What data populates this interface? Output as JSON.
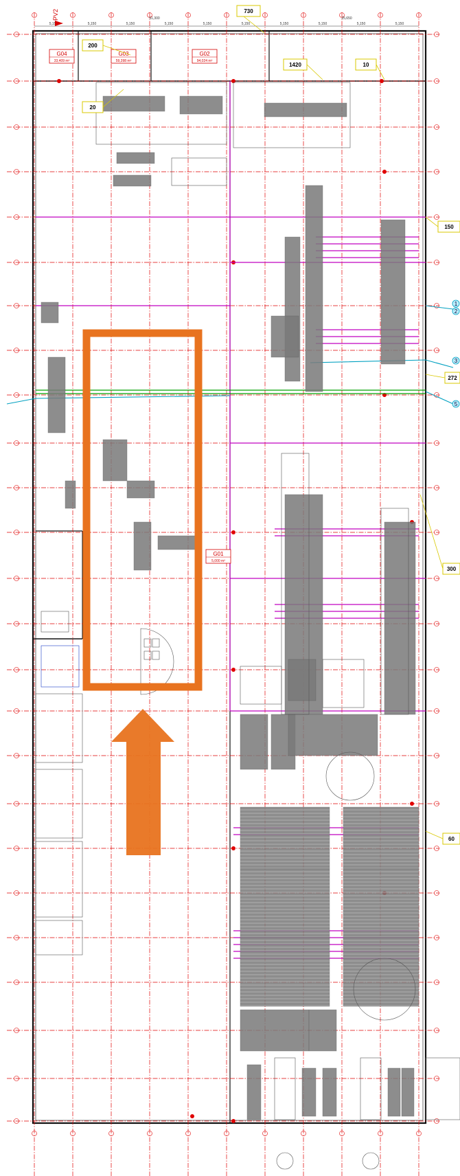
{
  "drawing": {
    "grid_top_label": "PV2",
    "top_dimensions": [
      "5,150",
      "5,150",
      "5,150",
      "5,150",
      "5,150",
      "5,150",
      "5,150",
      "5,150",
      "5,150",
      "5,150"
    ],
    "total_dimension_left": "51,300",
    "total_dimension_right": "25,650"
  },
  "rooms": [
    {
      "code": "G04",
      "area": "33,409 m²"
    },
    {
      "code": "G03",
      "area": "59,398 m²"
    },
    {
      "code": "G02",
      "area": "94,024 m²"
    },
    {
      "code": "G01",
      "area": "5,000 m²"
    }
  ],
  "callouts": {
    "c730": "730",
    "c200": "200",
    "c20": "20",
    "c1420": "1420",
    "c10": "10",
    "c150": "150",
    "c272": "272",
    "c300": "300",
    "c60": "60"
  },
  "markers": [
    "1",
    "2",
    "3",
    "5"
  ],
  "colors": {
    "grid": "#e00000",
    "magenta": "#c000c0",
    "cyan": "#00a0c0",
    "green": "#00a000",
    "highlight": "#e8731f",
    "callout_border": "#d8c800",
    "equipment": "#6e6e6e"
  }
}
